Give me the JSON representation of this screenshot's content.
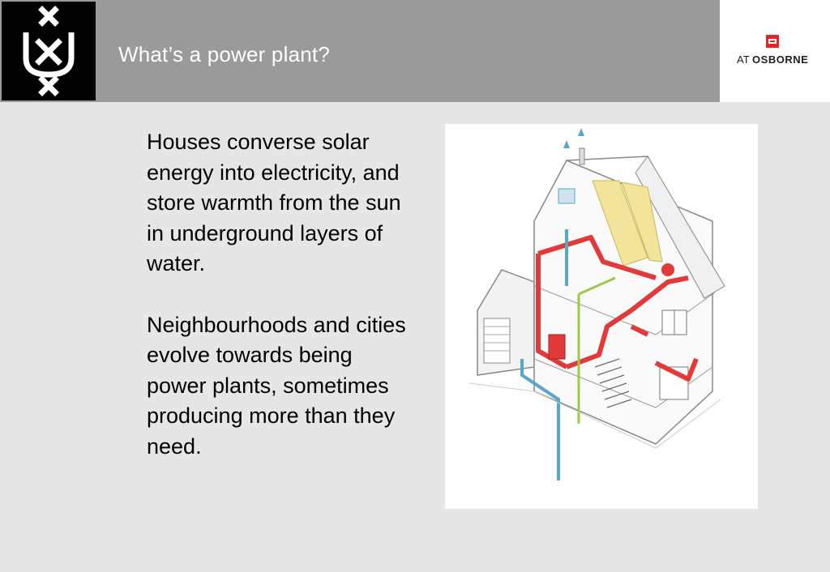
{
  "header": {
    "title": "What’s a power plant?",
    "logo_icon": "uva-xxx-shield-icon",
    "brand": {
      "prefix": "AT",
      "name": "OSBORNE",
      "icon": "at-osborne-square-icon",
      "color": "#e3242b"
    }
  },
  "content": {
    "paragraphs": [
      "Houses converse solar energy into electricity, and store warmth from the sun in underground layers of water.",
      "Neighbourhoods and cities evolve towards being power plants, sometimes producing more than they need."
    ]
  },
  "figure": {
    "icon": "house-energy-cutaway-illustration",
    "colors": {
      "hot_pipe": "#e23a3a",
      "cold_pipe": "#5aa6c8",
      "solar_panel": "#f2e49a",
      "green_pipe": "#9cc94a"
    }
  }
}
